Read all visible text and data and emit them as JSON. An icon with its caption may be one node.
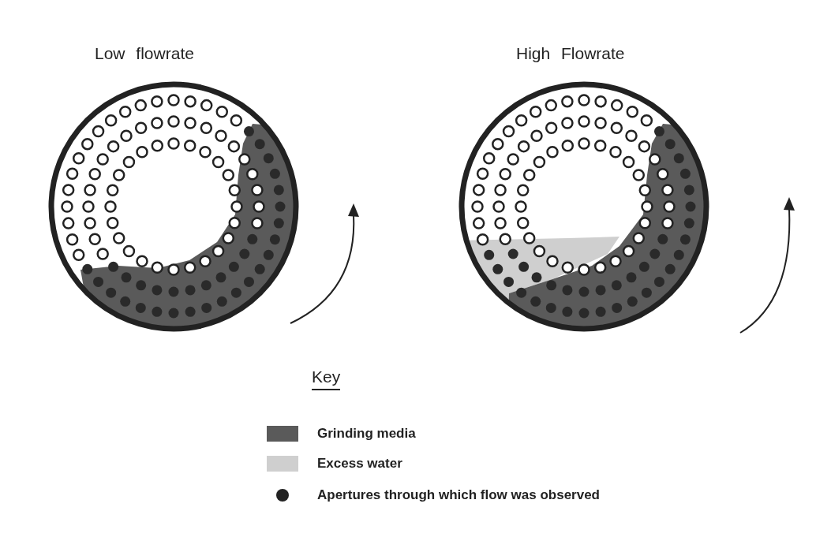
{
  "diagram": {
    "labels": [
      "Low flowrate",
      "High Flowrate",
      "Key"
    ],
    "legend": [
      {
        "text": "Grinding media",
        "color": "#5a5a5a"
      },
      {
        "text": "Excess water",
        "color": "#cfcfcf"
      },
      {
        "text": "Apertures through which flow was observed"
      }
    ]
  }
}
